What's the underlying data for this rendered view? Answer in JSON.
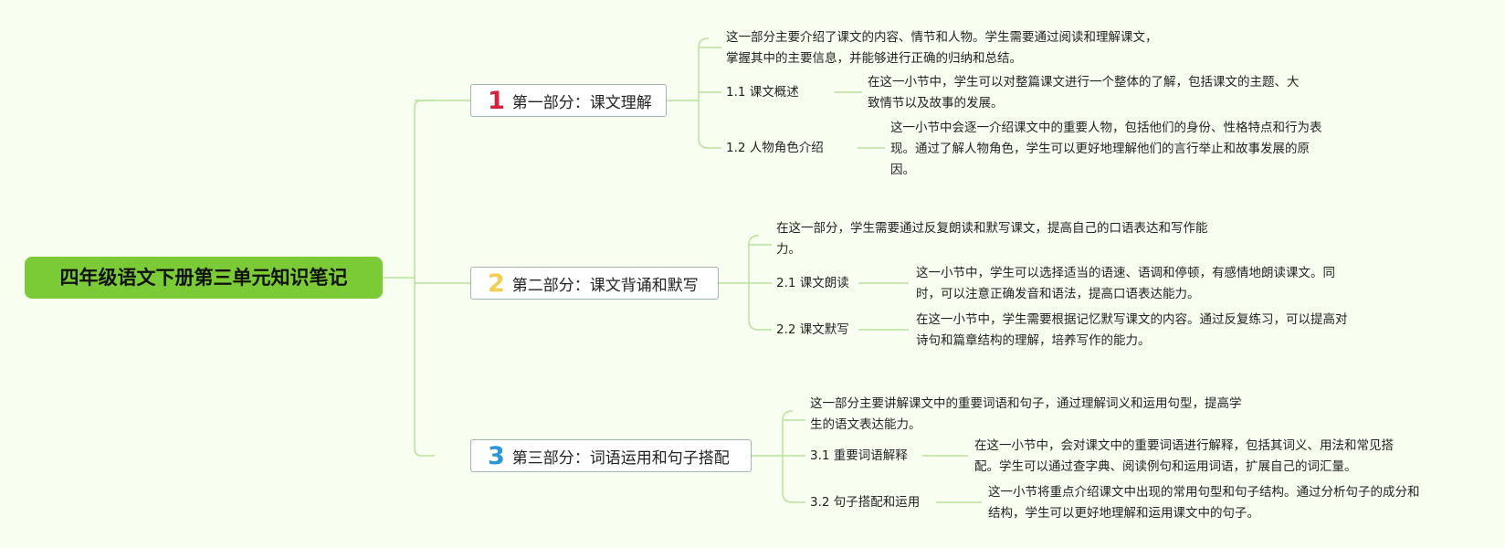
{
  "root": {
    "title": "四年级语文下册第三单元知识笔记"
  },
  "sections": [
    {
      "num": "1",
      "num_color": "#d6233c",
      "title": "第一部分：课文理解",
      "intro": [
        "这一部分主要介绍了课文的内容、情节和人物。学生需要通过阅读和理解课文，",
        "掌握其中的主要信息，并能够进行正确的归纳和总结。"
      ],
      "subs": [
        {
          "label": "1.1 课文概述",
          "text": [
            "在这一小节中，学生可以对整篇课文进行一个整体的了解，包括课文的主题、大",
            "致情节以及故事的发展。"
          ]
        },
        {
          "label": "1.2 人物角色介绍",
          "text": [
            "这一小节中会逐一介绍课文中的重要人物，包括他们的身份、性格特点和行为表",
            "现。通过了解人物角色，学生可以更好地理解他们的言行举止和故事发展的原",
            "因。"
          ]
        }
      ]
    },
    {
      "num": "2",
      "num_color": "#f2cf52",
      "title": "第二部分：课文背诵和默写",
      "intro": [
        "在这一部分，学生需要通过反复朗读和默写课文，提高自己的口语表达和写作能",
        "力。"
      ],
      "subs": [
        {
          "label": "2.1 课文朗读",
          "text": [
            "这一小节中，学生可以选择适当的语速、语调和停顿，有感情地朗读课文。同",
            "时，可以注意正确发音和语法，提高口语表达能力。"
          ]
        },
        {
          "label": "2.2 课文默写",
          "text": [
            "在这一小节中，学生需要根据记忆默写课文的内容。通过反复练习，可以提高对",
            "诗句和篇章结构的理解，培养写作的能力。"
          ]
        }
      ]
    },
    {
      "num": "3",
      "num_color": "#2a98d8",
      "title": "第三部分：词语运用和句子搭配",
      "intro": [
        "这一部分主要讲解课文中的重要词语和句子，通过理解词义和运用句型，提高学",
        "生的语文表达能力。"
      ],
      "subs": [
        {
          "label": "3.1 重要词语解释",
          "text": [
            "在这一小节中，会对课文中的重要词语进行解释，包括其词义、用法和常见搭",
            "配。学生可以通过查字典、阅读例句和运用词语，扩展自己的词汇量。"
          ]
        },
        {
          "label": "3.2 句子搭配和运用",
          "text": [
            "这一小节将重点介绍课文中出现的常用句型和句子结构。通过分析句子的成分和",
            "结构，学生可以更好地理解和运用课文中的句子。"
          ]
        }
      ]
    }
  ],
  "colors": {
    "background": "#f8fff0",
    "root": "#7acb36",
    "connector": "#b6e39a",
    "box_border": "#9fb7b3"
  }
}
